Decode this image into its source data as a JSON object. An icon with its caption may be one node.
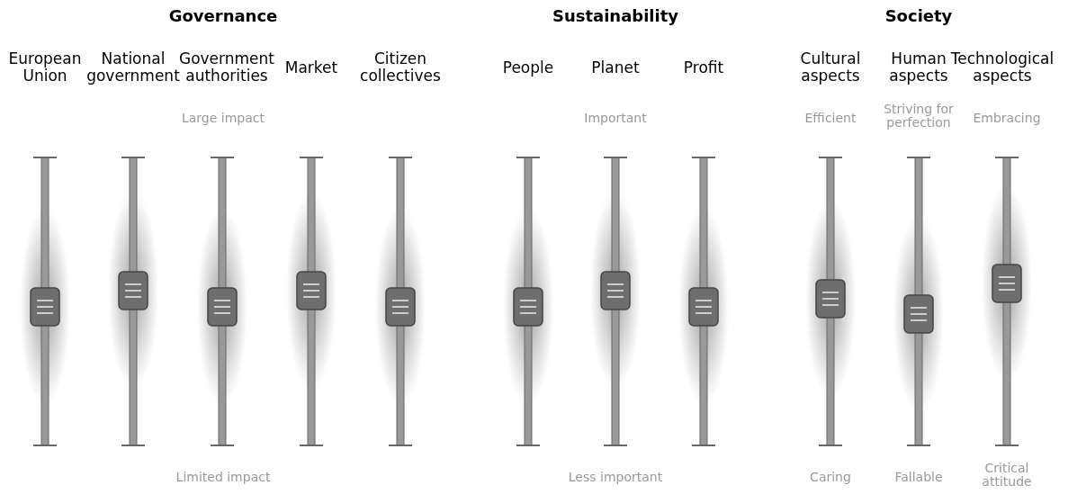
{
  "diagram": {
    "labels": [
      "Governance",
      "Sustainability",
      "Society",
      "European Union",
      "National government",
      "Government authorities",
      "Market",
      "Citizen collectives",
      "People",
      "Planet",
      "Profit",
      "Cultural aspects",
      "Human aspects",
      "Technological aspects",
      "Large impact",
      "Important",
      "Efficient",
      "Striving for perfection",
      "Embracing",
      "Limited impact",
      "Less important",
      "Caring",
      "Fallable",
      "Critical attitude"
    ]
  }
}
